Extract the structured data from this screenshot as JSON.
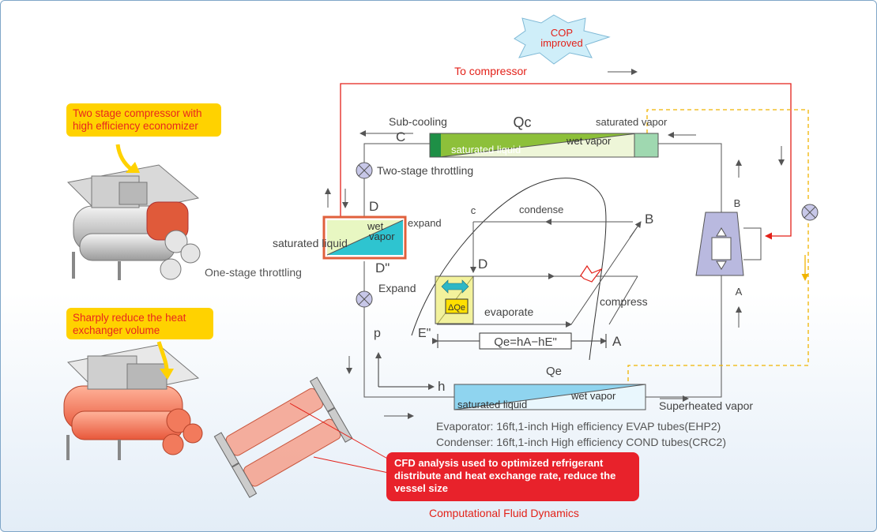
{
  "cop": {
    "line1": "COP",
    "line2": "improved"
  },
  "to_compressor": "To compressor",
  "callouts": {
    "compressor": "Two stage compressor with high efficiency economizer",
    "exchanger": "Sharply reduce the heat exchanger volume"
  },
  "cfd_box": "CFD analysis used to optimized refrigerant distribute and heat exchange rate, reduce the vessel size",
  "cfd_caption": "Computational Fluid Dynamics",
  "labels": {
    "subcooling": "Sub-cooling",
    "qc": "Qc",
    "saturated_vapor": "saturated vapor",
    "point_c": "C",
    "saturated_liquid": "saturated liquid",
    "wet_vapor": "wet vapor",
    "two_stage_throttling": "Two-stage throttling",
    "point_d": "D",
    "wet": "wet",
    "vapor": "vapor",
    "expand": "expand",
    "point_d2": "D\"",
    "one_stage_throttling": "One-stage throttling",
    "expand_cap": "Expand",
    "point_b": "B",
    "point_a": "A",
    "qe": "Qe",
    "superheated_vapor": "Superheated vapor",
    "evaporator_spec": "Evaporator: 16ft,1-inch High efficiency EVAP tubes(EHP2)",
    "condenser_spec": "Condenser: 16ft,1-inch High efficiency COND tubes(CRC2)"
  },
  "ph": {
    "c": "c",
    "condense": "condense",
    "b": "B",
    "d": "D",
    "evaporate": "evaporate",
    "compress": "compress",
    "delta_qe": "ΔQe",
    "e2": "E\"",
    "formula": "Qe=hA−hE\"",
    "a": "A",
    "p": "p",
    "h": "h"
  },
  "colors": {
    "accent_red": "#e32119",
    "callout_yellow": "#ffd200",
    "cfd_red": "#e8222b",
    "dashed_yellow": "#f0b400",
    "condenser_green": "#9fcb3b",
    "evaporator_blue": "#a8def2",
    "compressor_lavender": "#b9b9df"
  }
}
